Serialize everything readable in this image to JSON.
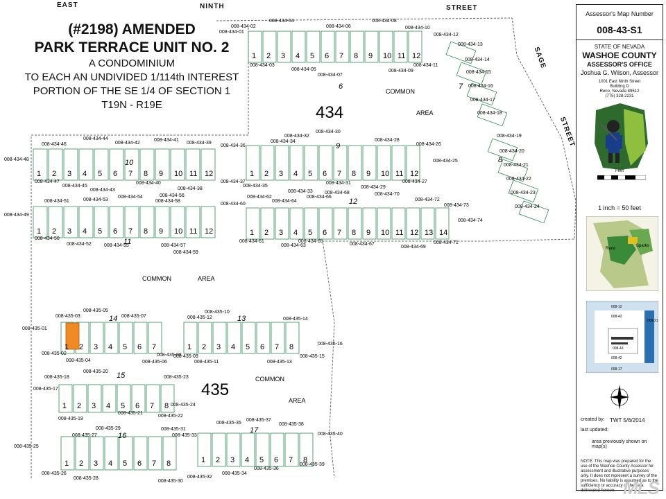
{
  "streets": {
    "east": "EAST",
    "ninth": "NINTH",
    "street_top": "STREET",
    "sage": "SAGE",
    "street_right": "STREET"
  },
  "title": {
    "line1": "(#2198)  AMENDED",
    "line2": "PARK TERRACE UNIT NO. 2",
    "line3": "A CONDOMINIUM",
    "line4": "TO EACH AN UNDIVIDED 1/114th INTEREST",
    "line5": "PORTION OF THE SE 1/4 OF SECTION 1",
    "line6": "T19N - R19E"
  },
  "areas": {
    "block434": "434",
    "block435": "435",
    "common": "COMMON",
    "area": "AREA"
  },
  "buildings": [
    {
      "id": "1",
      "label": "1"
    },
    {
      "id": "2",
      "label": "2"
    },
    {
      "id": "3",
      "label": "3"
    },
    {
      "id": "4",
      "label": "4"
    },
    {
      "id": "5",
      "label": "5"
    },
    {
      "id": "6",
      "label": "6"
    },
    {
      "id": "7",
      "label": "7"
    },
    {
      "id": "8",
      "label": "8"
    },
    {
      "id": "9",
      "label": "9"
    },
    {
      "id": "10",
      "label": "10"
    },
    {
      "id": "11",
      "label": "11"
    },
    {
      "id": "12",
      "label": "12"
    },
    {
      "id": "13",
      "label": "13"
    },
    {
      "id": "14",
      "label": "14"
    },
    {
      "id": "15",
      "label": "15"
    },
    {
      "id": "16",
      "label": "16"
    },
    {
      "id": "17",
      "label": "17"
    }
  ],
  "parcels_434": [
    "008-434-01",
    "008-434-02",
    "008-434-03",
    "008-434-04",
    "008-434-05",
    "008-434-06",
    "008-434-07",
    "008-434-08",
    "008-434-09",
    "008-434-10",
    "008-434-11",
    "008-434-12",
    "008-434-13",
    "008-434-14",
    "008-434-15",
    "008-434-16",
    "008-434-17",
    "008-434-18",
    "008-434-19",
    "008-434-20",
    "008-434-21",
    "008-434-22",
    "008-434-23",
    "008-434-24",
    "008-434-25",
    "008-434-26",
    "008-434-27",
    "008-434-28",
    "008-434-29",
    "008-434-30",
    "008-434-31",
    "008-434-32",
    "008-434-33",
    "008-434-34",
    "008-434-35",
    "008-434-36",
    "008-434-37",
    "008-434-38",
    "008-434-39",
    "008-434-40",
    "008-434-41",
    "008-434-42",
    "008-434-43",
    "008-434-44",
    "008-434-45",
    "008-434-46",
    "008-434-47",
    "008-434-48",
    "008-434-49",
    "008-434-50",
    "008-434-51",
    "008-434-52",
    "008-434-53",
    "008-434-54",
    "008-434-55",
    "008-434-56",
    "008-434-57",
    "008-434-58",
    "008-434-59",
    "008-434-60",
    "008-434-61",
    "008-434-62",
    "008-434-63",
    "008-434-64",
    "008-434-65",
    "008-434-66",
    "008-434-67",
    "008-434-68",
    "008-434-69",
    "008-434-70",
    "008-434-71",
    "008-434-72",
    "008-434-73",
    "008-434-74"
  ],
  "parcels_435": [
    "008-435-01",
    "008-435-02",
    "008-435-03",
    "008-435-04",
    "008-435-05",
    "008-435-06",
    "008-435-07",
    "008-435-08",
    "008-435-09",
    "008-435-10",
    "008-435-11",
    "008-435-12",
    "008-435-13",
    "008-435-14",
    "008-435-15",
    "008-435-16",
    "008-435-17",
    "008-435-18",
    "008-435-19",
    "008-435-20",
    "008-435-21",
    "008-435-22",
    "008-435-23",
    "008-435-24",
    "008-435-25",
    "008-435-26",
    "008-435-27",
    "008-435-28",
    "008-435-29",
    "008-435-30",
    "008-435-31",
    "008-435-32",
    "008-435-33",
    "008-435-34",
    "008-435-35",
    "008-435-36",
    "008-435-37",
    "008-435-38",
    "008-435-39",
    "008-435-40"
  ],
  "sidebar": {
    "map_number_label": "Assessor's Map Number",
    "map_number": "008-43-S1",
    "state": "STATE OF NEVADA",
    "county": "WASHOE COUNTY",
    "office": "ASSESSOR'S OFFICE",
    "assessor": "Joshua G. Wilson, Assessor",
    "addr1": "1001 East Ninth Street",
    "addr2": "Building D",
    "addr3": "Reno, Nevada  89512",
    "phone": "(775) 328-2231",
    "feet": "Feet",
    "scale": "1 inch = 50 feet",
    "locator_reno": "Reno",
    "locator_sparks": "Sparks",
    "adj": [
      "008-12",
      "008-42",
      "008-21",
      "008-43",
      "008-42",
      "008-17"
    ],
    "created_by_label": "created by:",
    "created_by": "TWT 5/6/2014",
    "last_updated_label": "last updated:",
    "area_prev": "area previously shown on map(s)",
    "note": "NOTE: This map was prepared for the use of the Washoe County Assessor for assessment and illustrative purposes only. It does not represent a survey of the premises. No liability is assumed as to the sufficiency or accuracy of the data delineated hereon."
  },
  "watermark": "MLS",
  "colors": {
    "highlight": "#f08a24",
    "lot_outline": "#2e8b57",
    "boundary": "#555555"
  }
}
